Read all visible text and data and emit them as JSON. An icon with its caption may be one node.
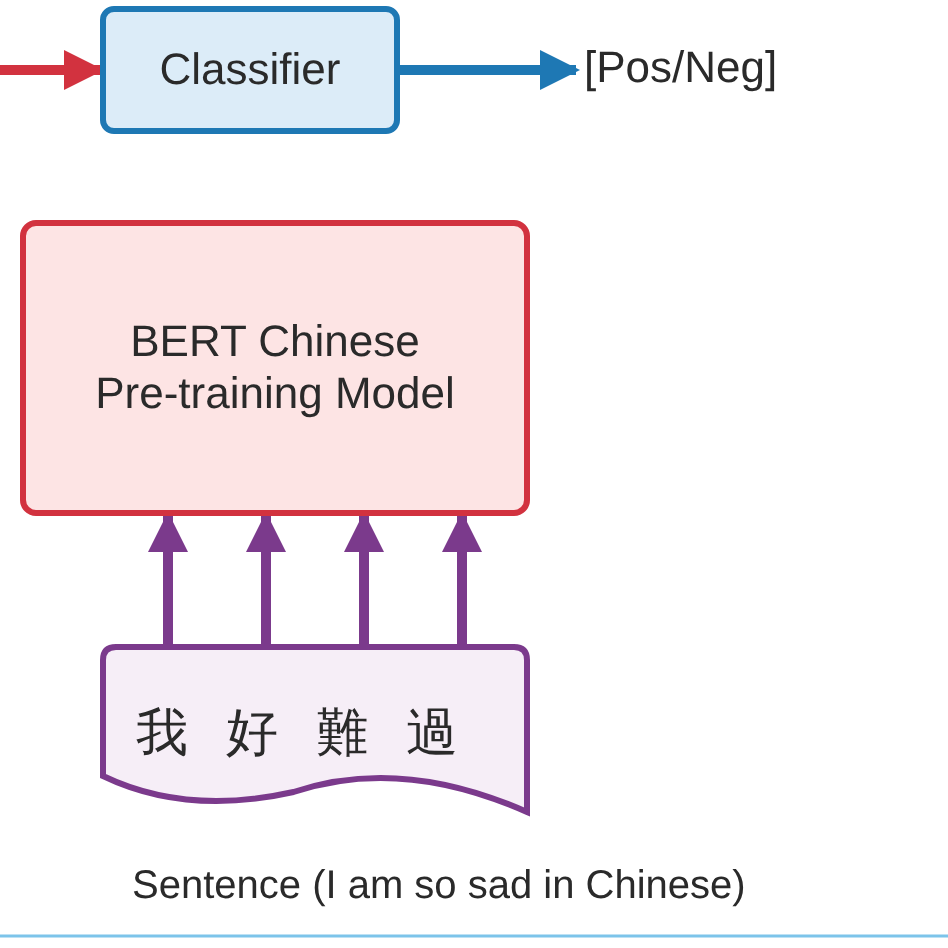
{
  "diagram": {
    "nodes": [
      {
        "text": [
          "Classifier"
        ]
      },
      {
        "text": [
          "[Pos/Neg]"
        ]
      },
      {
        "text": [
          "BERT Chinese Pre-training Model"
        ]
      },
      {
        "text": [
          "我",
          "好",
          "難",
          "過"
        ],
        "beside": [
          "Sentence (I am so sad in Chinese)"
        ]
      }
    ],
    "edges": [
      {
        "from": null,
        "to": 0,
        "arrow": "to",
        "color": "#d2323f"
      },
      {
        "from": 0,
        "to": 1,
        "arrow": "to",
        "color": "#1e78b4"
      },
      {
        "from": 3,
        "to": 2,
        "arrow": "to",
        "color": "#7b3a8c"
      },
      {
        "from": 3,
        "to": 2,
        "arrow": "to",
        "color": "#7b3a8c"
      },
      {
        "from": 3,
        "to": 2,
        "arrow": "to",
        "color": "#7b3a8c"
      },
      {
        "from": 3,
        "to": 2,
        "arrow": "to",
        "color": "#7b3a8c"
      }
    ]
  }
}
